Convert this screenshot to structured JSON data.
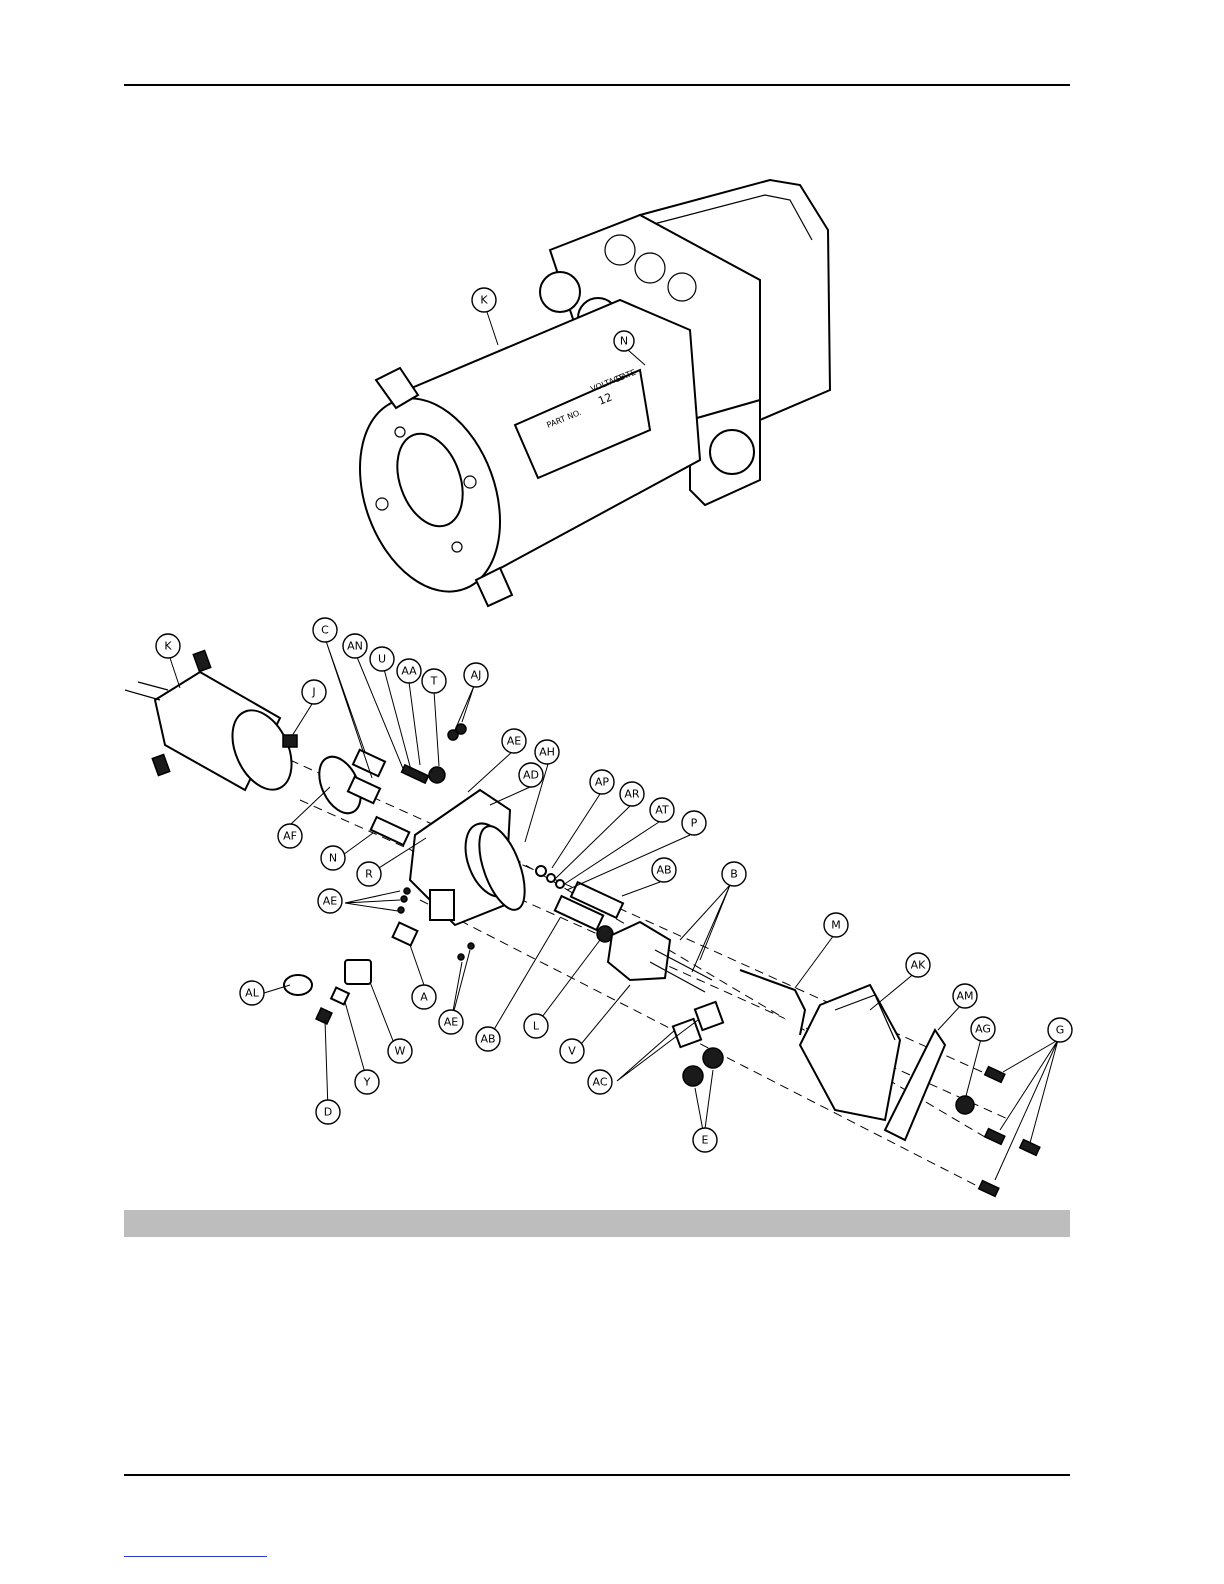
{
  "assembled": {
    "callouts": [
      "K",
      "N"
    ],
    "nameplate": {
      "line1": "PART NO.",
      "line2_a": "VOLTAGE",
      "line2_b": "DATE",
      "value": "12"
    }
  },
  "exploded": {
    "callouts": [
      "K",
      "J",
      "C",
      "AN",
      "U",
      "AA",
      "T",
      "AJ",
      "AE",
      "AD",
      "AF",
      "N",
      "R",
      "AE",
      "A",
      "AL",
      "D",
      "Y",
      "W",
      "AE",
      "AH",
      "AP",
      "AR",
      "AT",
      "P",
      "AB",
      "B",
      "AB",
      "L",
      "V",
      "AC",
      "E",
      "M",
      "AK",
      "AM",
      "AG",
      "G"
    ]
  }
}
